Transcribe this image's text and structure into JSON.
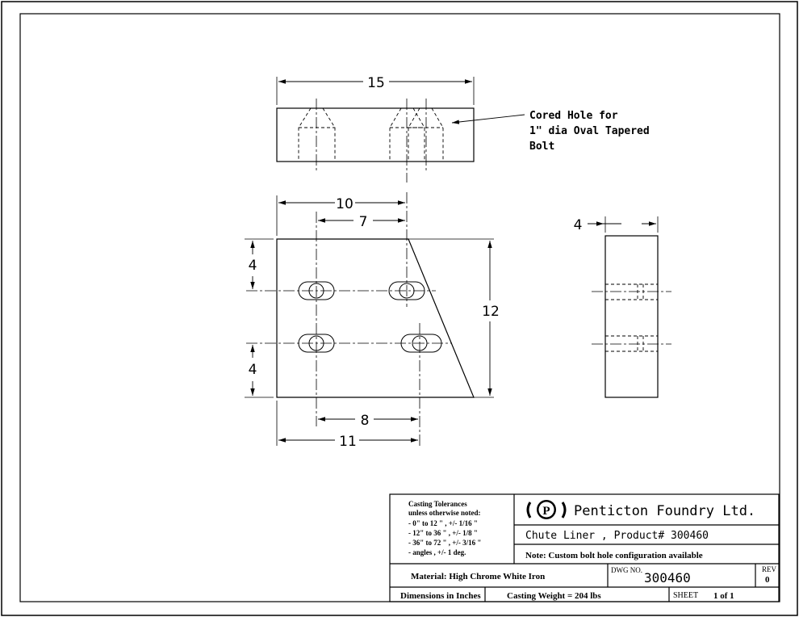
{
  "drawing": {
    "dimensions": {
      "top_width": "15",
      "front_10": "10",
      "front_7": "7",
      "front_8": "8",
      "front_11": "11",
      "front_4_upper": "4",
      "front_4_lower": "4",
      "front_12": "12",
      "side_4": "4"
    },
    "note": {
      "line1": "Cored Hole for",
      "line2": "1\" dia Oval Tapered",
      "line3": "Bolt"
    }
  },
  "title_block": {
    "tolerances": {
      "heading1": "Casting Tolerances",
      "heading2": "unless otherwise noted:",
      "rows": [
        "-   0\" to 12 \" , +/- 1/16 \"",
        "- 12\" to 36 \" , +/- 1/8 \"",
        "- 36\" to 72 \" , +/- 3/16 \"",
        "- angles      , +/- 1 deg."
      ]
    },
    "company": "Penticton Foundry Ltd.",
    "logo_letter": "P",
    "part": "Chute Liner , Product# 300460",
    "note": "Note: Custom bolt hole configuration available",
    "material": "Material: High Chrome White Iron",
    "dwg_label": "DWG NO.",
    "dwg_no": "300460",
    "rev_label": "REV",
    "rev": "0",
    "units": "Dimensions in Inches",
    "weight": "Casting Weight = 204 lbs",
    "sheet_label": "SHEET",
    "sheet": "1 of 1"
  }
}
